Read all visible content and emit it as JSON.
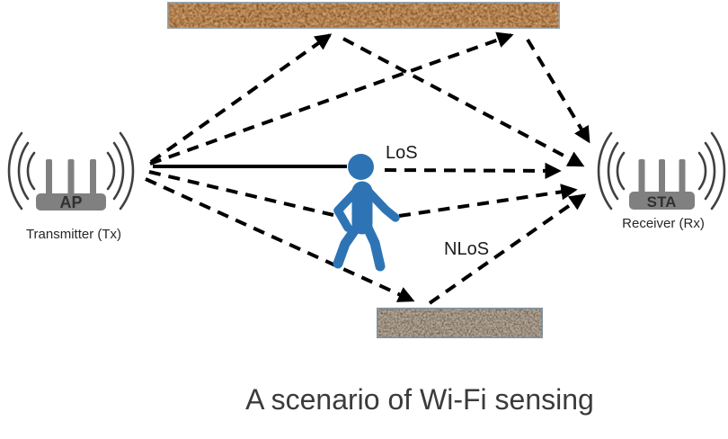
{
  "caption": "A scenario of Wi-Fi sensing",
  "transmitter": {
    "device_label": "AP",
    "caption": "Transmitter (Tx)"
  },
  "receiver": {
    "device_label": "STA",
    "caption": "Receiver (Rx)"
  },
  "paths": {
    "los_label": "LoS",
    "nlos_label": "NLoS"
  },
  "colors": {
    "person": "#2E74B5",
    "device_body": "#808080",
    "signal_wave": "#404040",
    "path_line": "#000000",
    "ceiling_fill": "#C08A55",
    "ceiling_border": "#93A5B5",
    "floor_fill": "#B0A396",
    "floor_border": "#7E93A3",
    "caption_text": "#3B3B3B"
  }
}
